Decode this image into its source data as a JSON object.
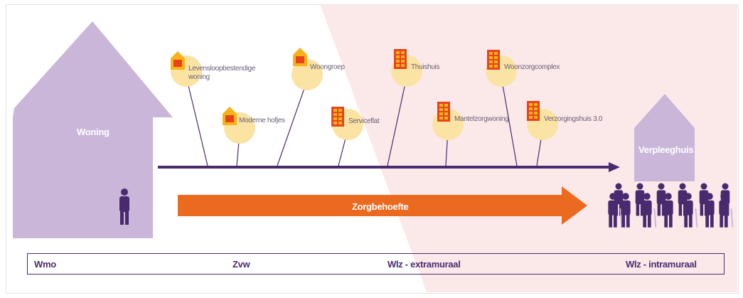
{
  "colors": {
    "purple_dark": "#4a2a6e",
    "purple_light": "#c9b6d9",
    "orange": "#ec6a1f",
    "yellow_circle": "#fae3a3",
    "pink_bg": "#fbe9ea",
    "red_house": "#e8431b",
    "yellow_house": "#f7b21a"
  },
  "houses": {
    "left_label": "Woning",
    "right_label": "Verpleeghuis"
  },
  "housing_types": [
    {
      "label": "Levensloopbestendige\nwoning",
      "icon": "house-icon"
    },
    {
      "label": "Moderne hofjes",
      "icon": "house-icon"
    },
    {
      "label": "Woongroep",
      "icon": "house-icon"
    },
    {
      "label": "Serviceflat",
      "icon": "building-icon"
    },
    {
      "label": "Thuishuis",
      "icon": "building-icon"
    },
    {
      "label": "Mantelzorgwoning",
      "icon": "building-icon"
    },
    {
      "label": "Woonzorgcomplex",
      "icon": "building-icon"
    },
    {
      "label": "Verzorgingshuis 3.0",
      "icon": "building-icon"
    }
  ],
  "care_arrow": {
    "label": "Zorgbehoefte"
  },
  "funding_band": [
    "Wmo",
    "Zvw",
    "Wlz - extramuraal",
    "Wlz - intramuraal"
  ]
}
